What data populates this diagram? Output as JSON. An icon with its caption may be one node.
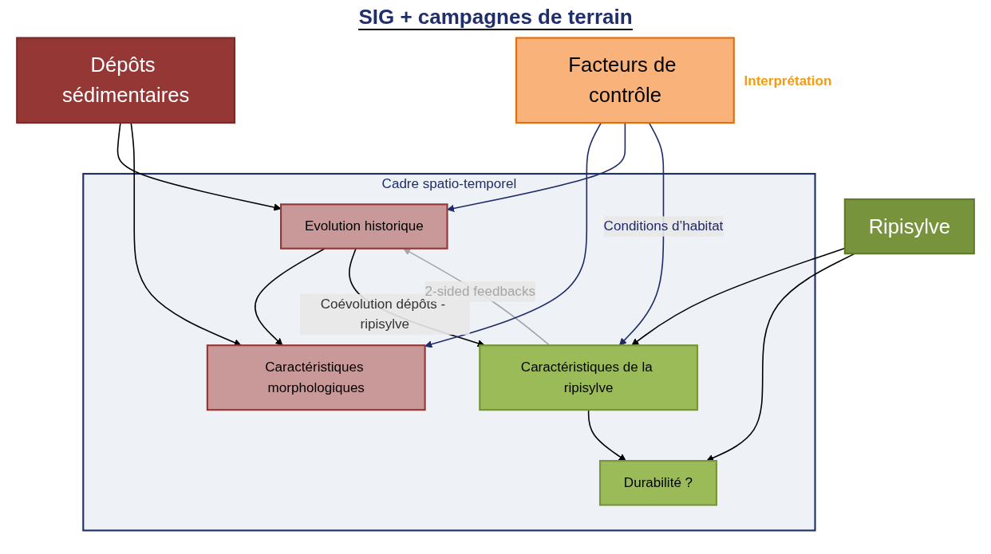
{
  "diagram": {
    "title": "SIG + campagnes de terrain",
    "nodes": [
      {
        "text": [
          "Cadre spatio-temporel"
        ]
      },
      {
        "text": [
          "Dépôts sédimentaires"
        ]
      },
      {
        "text": [
          "Ripisylve"
        ]
      },
      {
        "text": [
          "Evolution historique"
        ],
        "in": 0
      },
      {
        "text": [
          "Caractéristiques morphologiques"
        ],
        "in": 0
      },
      {
        "text": [
          "Caractéristiques de la ripisylve"
        ],
        "in": 0
      },
      {
        "text": [
          "Durabilité ?"
        ],
        "in": 0
      },
      {
        "text": [
          "Facteurs de contrôle"
        ],
        "beside": [
          "Interprétation"
        ]
      }
    ],
    "edges": [
      {
        "from": 1,
        "to": 3,
        "arrow": "to"
      },
      {
        "from": 1,
        "to": 4,
        "arrow": "to"
      },
      {
        "from": 2,
        "to": 5,
        "arrow": "to"
      },
      {
        "from": 2,
        "to": 6,
        "arrow": "to"
      },
      {
        "from": 3,
        "to": 4,
        "arrow": "to"
      },
      {
        "from": 5,
        "to": 6,
        "arrow": "to"
      },
      {
        "from": 3,
        "to": 5,
        "arrow": "to",
        "label": "Coévolution dépôts - ripisylve"
      },
      {
        "from": 5,
        "to": 3,
        "arrow": "to",
        "label": "2-sided feedbacks",
        "color": "#a6a6a6"
      },
      {
        "from": 7,
        "to": 4,
        "arrow": "to",
        "color": "#1f2a6b"
      },
      {
        "from": 7,
        "to": 3,
        "arrow": "to",
        "color": "#1f2a6b"
      },
      {
        "from": 7,
        "to": 5,
        "arrow": "to",
        "label": "Conditions d’habitat",
        "color": "#1f2a6b"
      }
    ]
  }
}
